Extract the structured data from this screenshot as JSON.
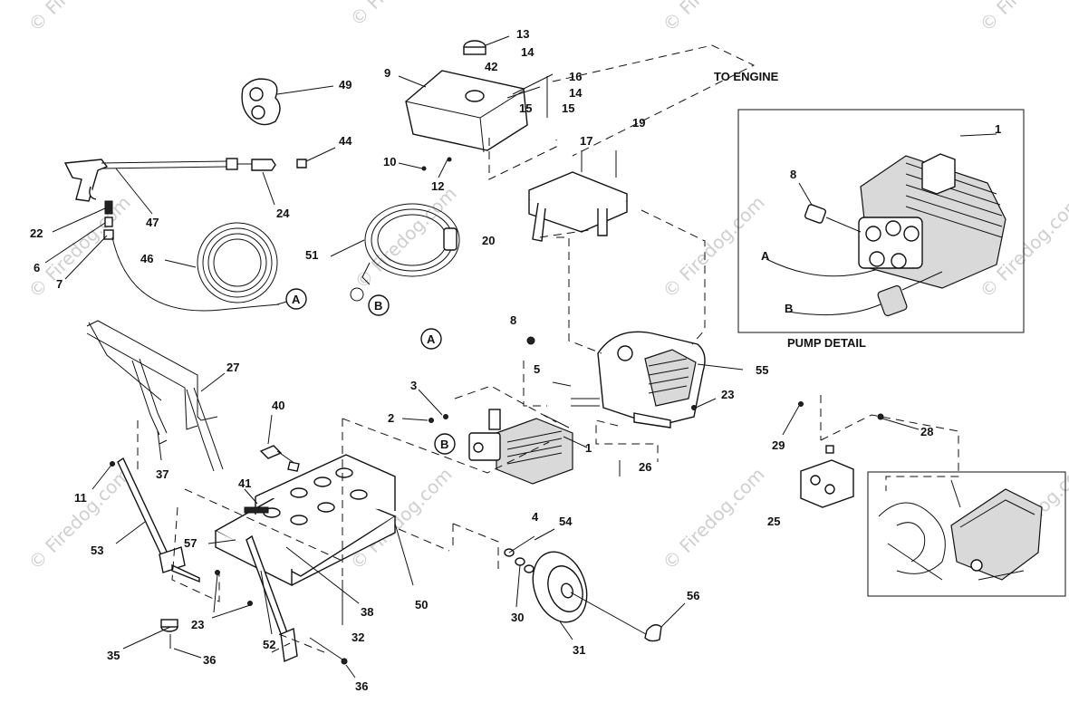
{
  "watermark": {
    "text": "© Firedog.com"
  },
  "captions": {
    "to_engine": "TO ENGINE",
    "pump_detail": "PUMP DETAIL",
    "detail_a": "A",
    "detail_b": "B"
  },
  "callouts": {
    "c1a": "1",
    "c1b": "1",
    "c2": "2",
    "c3": "3",
    "c4": "4",
    "c5": "5",
    "c6": "6",
    "c7": "7",
    "c8a": "8",
    "c8b": "8",
    "c9": "9",
    "c10": "10",
    "c11": "11",
    "c12": "12",
    "c13": "13",
    "c14a": "14",
    "c14b": "14",
    "c15a": "15",
    "c15b": "15",
    "c16": "16",
    "c17": "17",
    "c19": "19",
    "c20": "20",
    "c22": "22",
    "c23a": "23",
    "c23b": "23",
    "c24": "24",
    "c25": "25",
    "c26": "26",
    "c27": "27",
    "c28": "28",
    "c29": "29",
    "c30": "30",
    "c31": "31",
    "c32": "32",
    "c35": "35",
    "c36a": "36",
    "c36b": "36",
    "c37": "37",
    "c38": "38",
    "c40": "40",
    "c41": "41",
    "c42": "42",
    "c44": "44",
    "c46": "46",
    "c47": "47",
    "c49": "49",
    "c50": "50",
    "c51": "51",
    "c52": "52",
    "c53": "53",
    "c54": "54",
    "c55": "55",
    "c56": "56",
    "c57": "57"
  },
  "circle_labels": {
    "hose_a": "A",
    "hose_b": "B",
    "pump_a": "A",
    "pump_b": "B"
  }
}
